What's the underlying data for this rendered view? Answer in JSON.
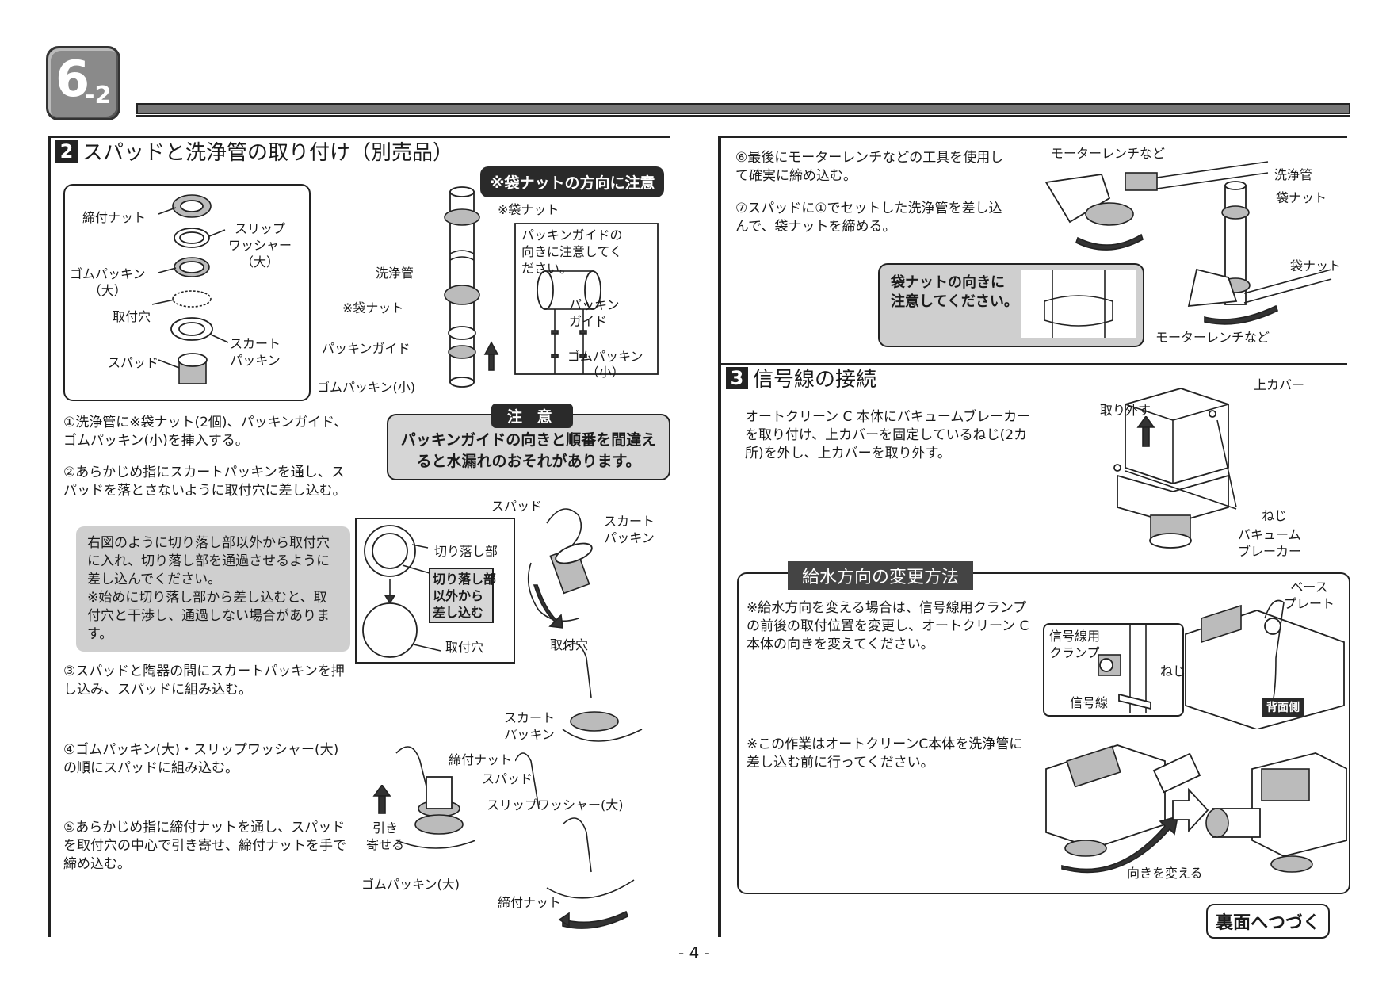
{
  "badge": {
    "main": "6",
    "sub": "-2"
  },
  "section2": {
    "number": "2",
    "title": "スパッドと洗浄管の取り付け（別売品）",
    "parts": {
      "tighten_nut": "締付ナット",
      "slip_washer": "スリップ\nワッシャー\n（大）",
      "rubber_packing": "ゴムパッキン\n（大）",
      "mount_hole": "取付穴",
      "spud": "スパッド",
      "skirt_packing": "スカート\nパッキン"
    },
    "note_direction": "※袋ナットの方向に注意",
    "pipe_labels": {
      "bag_nut_top": "※袋ナット",
      "flush_pipe": "洗浄管",
      "bag_nut": "※袋ナット",
      "packing_guide": "パッキンガイド",
      "rubber_packing_small": "ゴムパッキン(小)"
    },
    "inset": {
      "text": "パッキンガイドの\n向きに注意してく\nださい。",
      "guide": "パッキン\nガイド",
      "rubber_small": "ゴムパッキン\n（小）"
    },
    "steps": [
      "①洗浄管に※袋ナット(2個)、パッキンガイド、ゴムパッキン(小)を挿入する。",
      "②あらかじめ指にスカートパッキンを通し、スパッドを落とさないように取付穴に差し込む。",
      "③スパッドと陶器の間にスカートパッキンを押し込み、スパッドに組み込む。",
      "④ゴムパッキン(大)・スリップワッシャー(大)の順にスパッドに組み込む。",
      "⑤あらかじめ指に締付ナットを通し、スパッドを取付穴の中心で引き寄せ、締付ナットを手で締め込む。"
    ],
    "graybox": "右図のように切り落し部以外から取付穴に入れ、切り落し部を通過させるように差し込んでください。\n※始めに切り落し部から差し込むと、取付穴と干渉し、通過しない場合があります。",
    "caution": {
      "title": "注 意",
      "text": "パッキンガイドの向きと順番を間違えると水漏れのおそれがあります。"
    },
    "cutout": {
      "cut_part": "切り落し部",
      "insert_note": "切り落し部\n以外から\n差し込む",
      "mount_hole": "取付穴"
    },
    "fig_labels": {
      "spud": "スパッド",
      "skirt_packing": "スカート\nパッキン",
      "mount_hole": "取付穴",
      "skirt_packing2": "スカート\nパッキン",
      "tighten_nut": "締付ナット",
      "spud2": "スパッド",
      "slip_washer": "スリップワッシャー(大)",
      "pull": "引き\n寄せる",
      "rubber_large": "ゴムパッキン(大)",
      "tighten_nut2": "締付ナット"
    }
  },
  "right_top": {
    "step6": "⑥最後にモーターレンチなどの工具を使用して確実に締め込む。",
    "step7": "⑦スパッドに①でセットした洗浄管を差し込んで、袋ナットを締める。",
    "labels": {
      "wrench_top": "モーターレンチなど",
      "flush_pipe": "洗浄管",
      "bag_nut": "袋ナット",
      "bag_nut2": "袋ナット",
      "wrench_bottom": "モーターレンチなど"
    },
    "note": "袋ナットの向きに\n注意してください。"
  },
  "section3": {
    "number": "3",
    "title": "信号線の接続",
    "text": "オートクリーン C 本体にバキュームブレーカーを取り付け、上カバーを固定しているねじ(2カ所)を外し、上カバーを取り外す。",
    "labels": {
      "remove": "取り外す",
      "top_cover": "上カバー",
      "screw": "ねじ",
      "vacuum_breaker": "バキューム\nブレーカー"
    }
  },
  "water_dir": {
    "title": "給水方向の変更方法",
    "note1": "※給水方向を変える場合は、信号線用クランプの前後の取付位置を変更し、オートクリーン C 本体の向きを変えてください。",
    "note2": "※この作業はオートクリーンC本体を洗浄管に差し込む前に行ってください。",
    "labels": {
      "base_plate": "ベース\nプレート",
      "clamp": "信号線用\nクランプ",
      "screw": "ねじ",
      "signal_line": "信号線",
      "back_side": "背面側",
      "change_dir": "向きを変える"
    }
  },
  "continue": "裏面へつづく",
  "page_number": "- 4 -"
}
